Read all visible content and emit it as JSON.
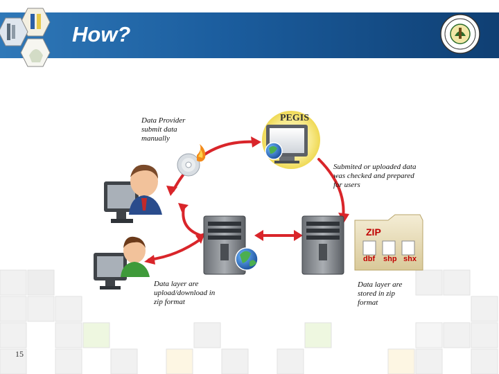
{
  "slide": {
    "title": "How?",
    "page_number": "15"
  },
  "diagram": {
    "pegis_label": "PEGIS",
    "provider_label": "Data Provider\nsubmit data\nmanually",
    "checked_label": "Submited or uploaded data\nwas checked and prepared\nfor users",
    "upload_label": "Data layer are\nupload/download in\nzip format",
    "stored_label": "Data layer are\nstored in zip\nformat",
    "zip_title": "ZIP",
    "zip_files": [
      "dbf",
      "shp",
      "shx"
    ]
  },
  "colors": {
    "header_blue": "#1b5d9e",
    "arrow_red": "#d9252a",
    "zip_text": "#c00000"
  }
}
